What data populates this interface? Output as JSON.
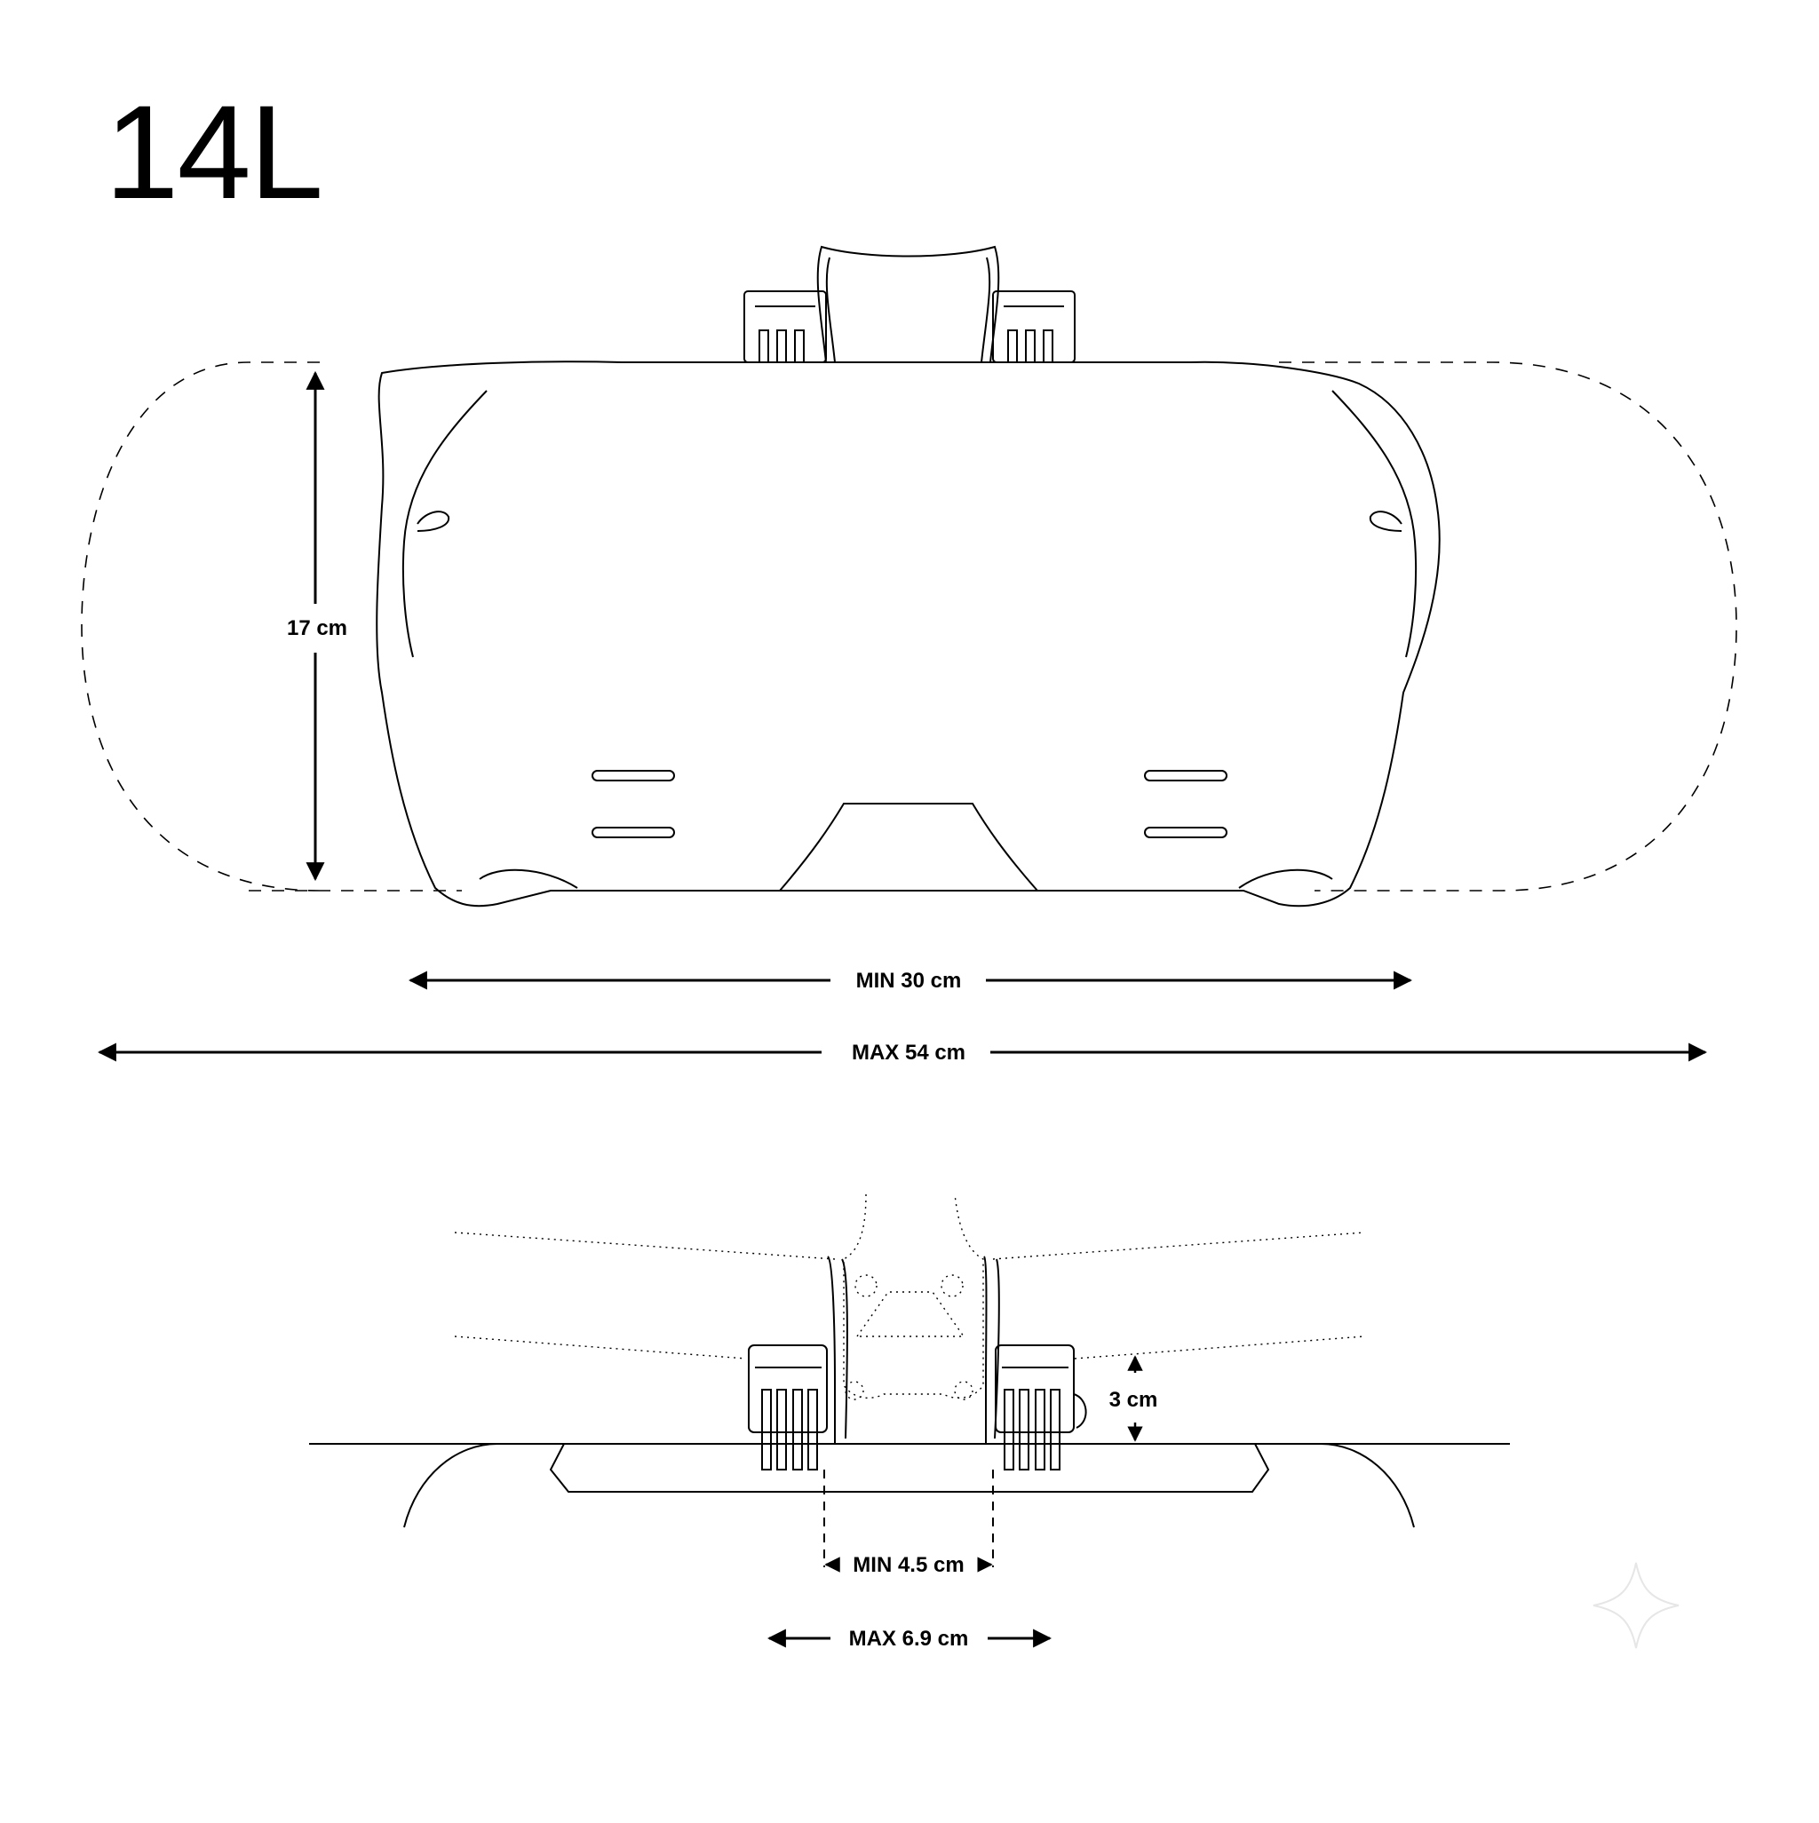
{
  "title": "14L",
  "dimensions": {
    "height": "17 cm",
    "min_length": "MIN 30 cm",
    "max_length": "MAX 54 cm",
    "mount_height": "3 cm",
    "mount_min_width": "MIN 4.5 cm",
    "mount_max_width": "MAX 6.9 cm"
  },
  "colors": {
    "line": "#000000",
    "background": "#ffffff"
  }
}
